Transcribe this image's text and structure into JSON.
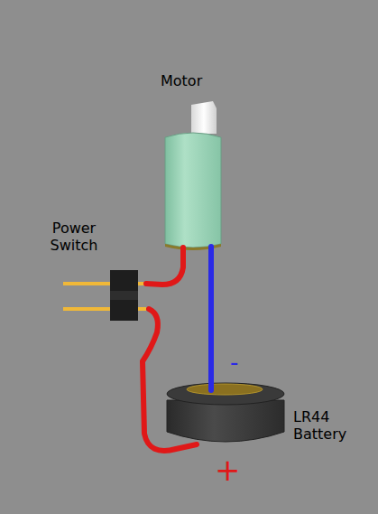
{
  "diagram": {
    "labels": [
      "Motor",
      "Power Switch",
      "-",
      "LR44 Battery",
      "+"
    ]
  }
}
